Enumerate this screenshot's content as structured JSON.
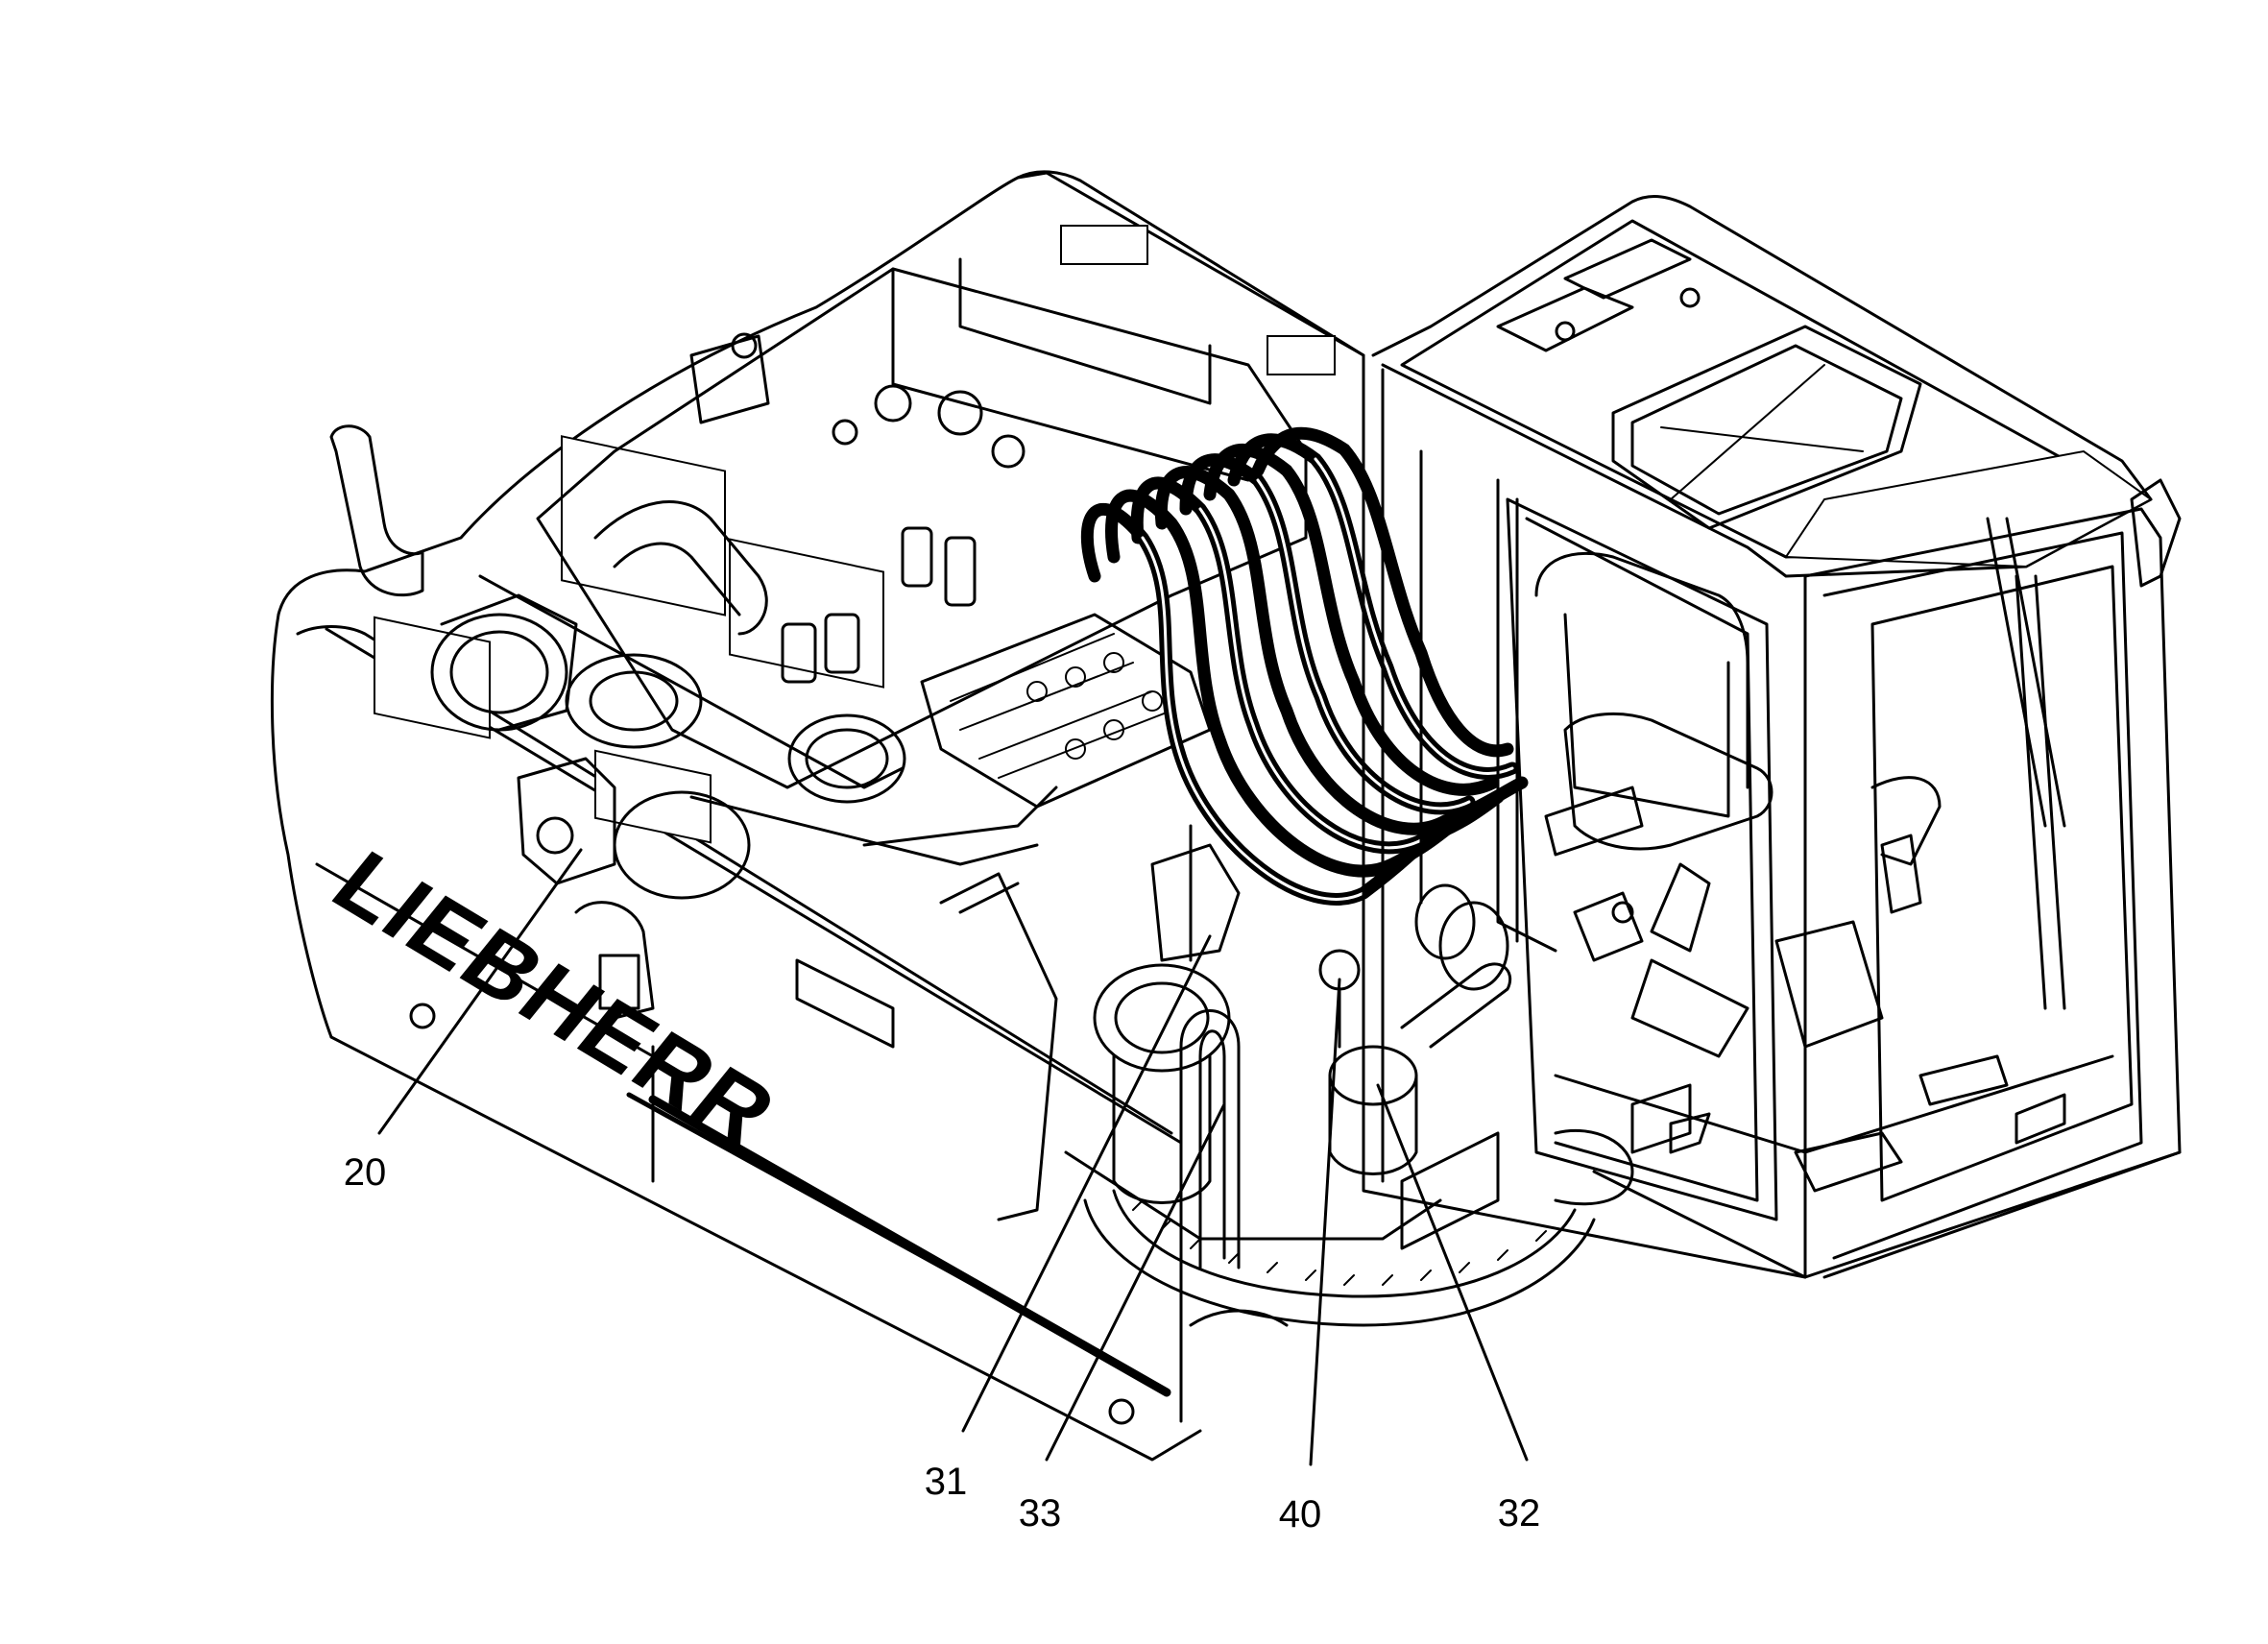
{
  "figure": {
    "brand_text": "LIEBHERR",
    "callouts": [
      {
        "id": "20",
        "label": "20"
      },
      {
        "id": "31",
        "label": "31"
      },
      {
        "id": "33",
        "label": "33"
      },
      {
        "id": "40",
        "label": "40"
      },
      {
        "id": "32",
        "label": "32"
      }
    ]
  }
}
